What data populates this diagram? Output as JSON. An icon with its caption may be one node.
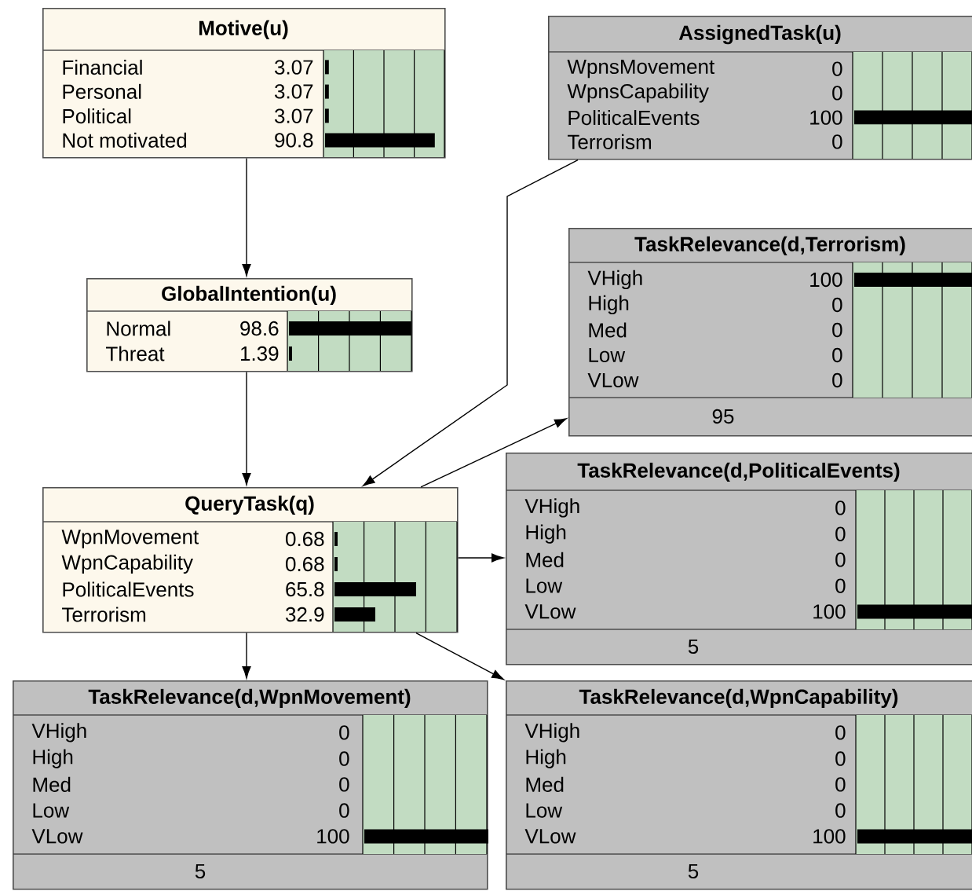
{
  "diagram": {
    "nodes": [
      {
        "text": [
          "Motive(u)",
          "Financial",
          "3.07",
          "Personal",
          "3.07",
          "Political",
          "3.07",
          "Not motivated",
          "90.8"
        ]
      },
      {
        "text": [
          "AssignedTask(u)",
          "WpnsMovement",
          "0",
          "WpnsCapability",
          "0",
          "PoliticalEvents",
          "100",
          "Terrorism",
          "0"
        ]
      },
      {
        "text": [
          "TaskRelevance(d,Terrorism)",
          "VHigh",
          "100",
          "High",
          "0",
          "Med",
          "0",
          "Low",
          "0",
          "VLow",
          "0",
          "95"
        ]
      },
      {
        "text": [
          "GlobalIntention(u)",
          "Normal",
          "98.6",
          "Threat",
          "1.39"
        ]
      },
      {
        "text": [
          "QueryTask(q)",
          "WpnMovement",
          "0.68",
          "WpnCapability",
          "0.68",
          "PoliticalEvents",
          "65.8",
          "Terrorism",
          "32.9"
        ]
      },
      {
        "text": [
          "TaskRelevance(d,PoliticalEvents)",
          "VHigh",
          "0",
          "High",
          "0",
          "Med",
          "0",
          "Low",
          "0",
          "VLow",
          "100",
          "5"
        ]
      },
      {
        "text": [
          "TaskRelevance(d,WpnMovement)",
          "VHigh",
          "0",
          "High",
          "0",
          "Med",
          "0",
          "Low",
          "0",
          "VLow",
          "100",
          "5"
        ]
      },
      {
        "text": [
          "TaskRelevance(d,WpnCapability)",
          "VHigh",
          "0",
          "High",
          "0",
          "Med",
          "0",
          "Low",
          "0",
          "VLow",
          "100",
          "5"
        ]
      }
    ],
    "edges": [
      {
        "from": 0,
        "to": 3,
        "arrow": "to"
      },
      {
        "from": 3,
        "to": 4,
        "arrow": "to"
      },
      {
        "from": 1,
        "to": 4,
        "arrow": "to"
      },
      {
        "from": 4,
        "to": 2,
        "arrow": "to"
      },
      {
        "from": 4,
        "to": 5,
        "arrow": "to"
      },
      {
        "from": 4,
        "to": 6,
        "arrow": "to"
      },
      {
        "from": 4,
        "to": 7,
        "arrow": "to"
      }
    ]
  }
}
